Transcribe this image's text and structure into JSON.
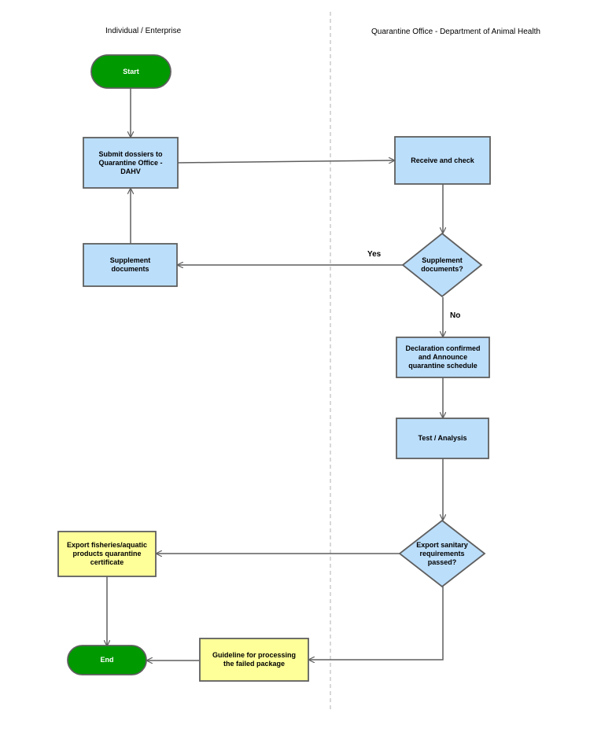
{
  "lanes": {
    "left_title": "Individual / Enterprise",
    "right_title": "Quarantine Office - Department of Animal Health"
  },
  "nodes": {
    "start": "Start",
    "submit": "Submit dossiers to\nQuarantine Office -\nDAHV",
    "receive": "Receive and check",
    "supplement_docs": "Supplement\ndocuments",
    "supplement_q": "Supplement\ndocuments?",
    "declaration": "Declaration confirmed\nand Announce\nquarantine schedule",
    "test": "Test / Analysis",
    "export_q": "Export sanitary\nrequirements\npassed?",
    "export_cert": "Export fisheries/aquatic\nproducts quarantine\ncertificate",
    "guideline": "Guideline for processing\nthe failed package",
    "end": "End"
  },
  "edge_labels": {
    "yes": "Yes",
    "no": "No"
  },
  "colors": {
    "terminal_fill": "#009900",
    "process_fill": "#bbdefb",
    "output_fill": "#ffff99",
    "stroke": "#5f5f5f",
    "lane_divider": "#bdbdbd"
  }
}
